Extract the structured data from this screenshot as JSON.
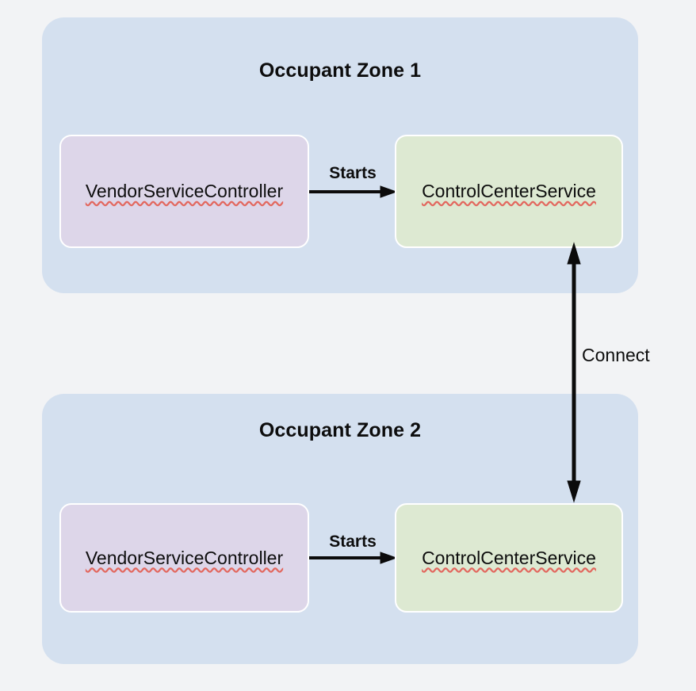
{
  "diagram": {
    "background_color": "#f2f3f5",
    "zones": [
      {
        "title": "Occupant Zone 1",
        "fill": "#d4e0ef",
        "nodes": [
          {
            "label": "VendorServiceController",
            "fill": "#ddd6e9",
            "spellcheck_underline": true
          },
          {
            "label": "ControlCenterService",
            "fill": "#dde9d2",
            "spellcheck_underline": true
          }
        ],
        "edge_label": "Starts"
      },
      {
        "title": "Occupant Zone 2",
        "fill": "#d4e0ef",
        "nodes": [
          {
            "label": "VendorServiceController",
            "fill": "#ddd6e9",
            "spellcheck_underline": true
          },
          {
            "label": "ControlCenterService",
            "fill": "#dde9d2",
            "spellcheck_underline": true
          }
        ],
        "edge_label": "Starts"
      }
    ],
    "cross_zone_edge": {
      "label": "Connect",
      "direction": "bidirectional",
      "from": "ControlCenterService (Occupant Zone 1)",
      "to": "ControlCenterService (Occupant Zone 2)",
      "color": "#0b0b0b"
    }
  }
}
